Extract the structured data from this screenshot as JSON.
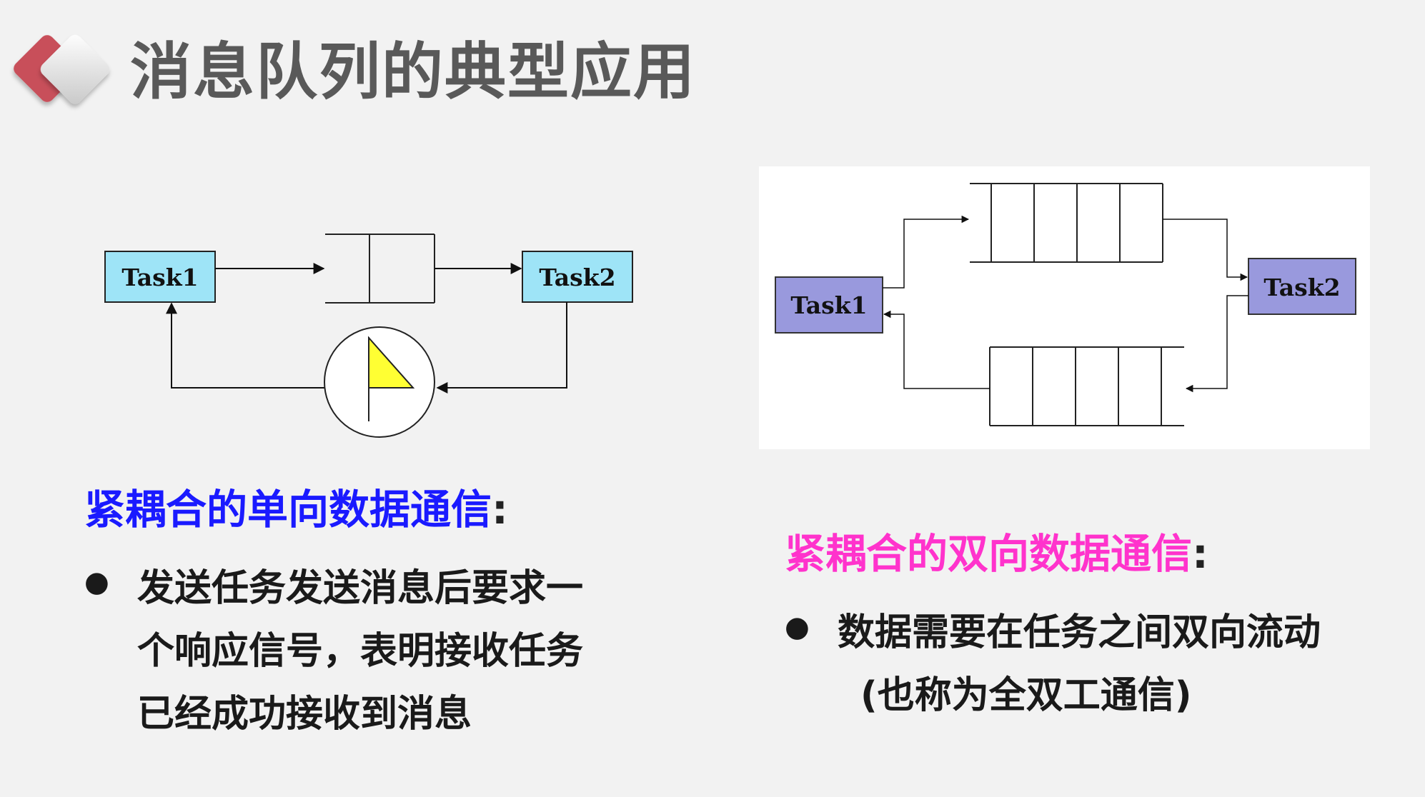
{
  "title": "消息队列的典型应用",
  "colors": {
    "title": "#595959",
    "heading_left": "#1a1aff",
    "heading_right": "#ff33cc",
    "task_left_fill": "#9ee4f7",
    "task_right_fill": "#9999dd",
    "flag": "#ffff33",
    "logo_red": "#c8505a",
    "logo_gray": "#d9d9d9"
  },
  "icons": {
    "logo": "diamond-logo-icon",
    "flag": "flag-semaphore-icon"
  },
  "diagram_left": {
    "task1": "Task1",
    "task2": "Task2"
  },
  "diagram_right": {
    "task1": "Task1",
    "task2": "Task2"
  },
  "left": {
    "heading": "紧耦合的单向数据通信",
    "colon": ":",
    "bullet_lines": [
      "发送任务发送消息后要求一",
      "个响应信号，表明接收任务",
      "已经成功接收到消息"
    ]
  },
  "right": {
    "heading": "紧耦合的双向数据通信",
    "colon": ":",
    "bullet_lines": [
      "数据需要在任务之间双向流动",
      "(也称为全双工通信)"
    ]
  }
}
